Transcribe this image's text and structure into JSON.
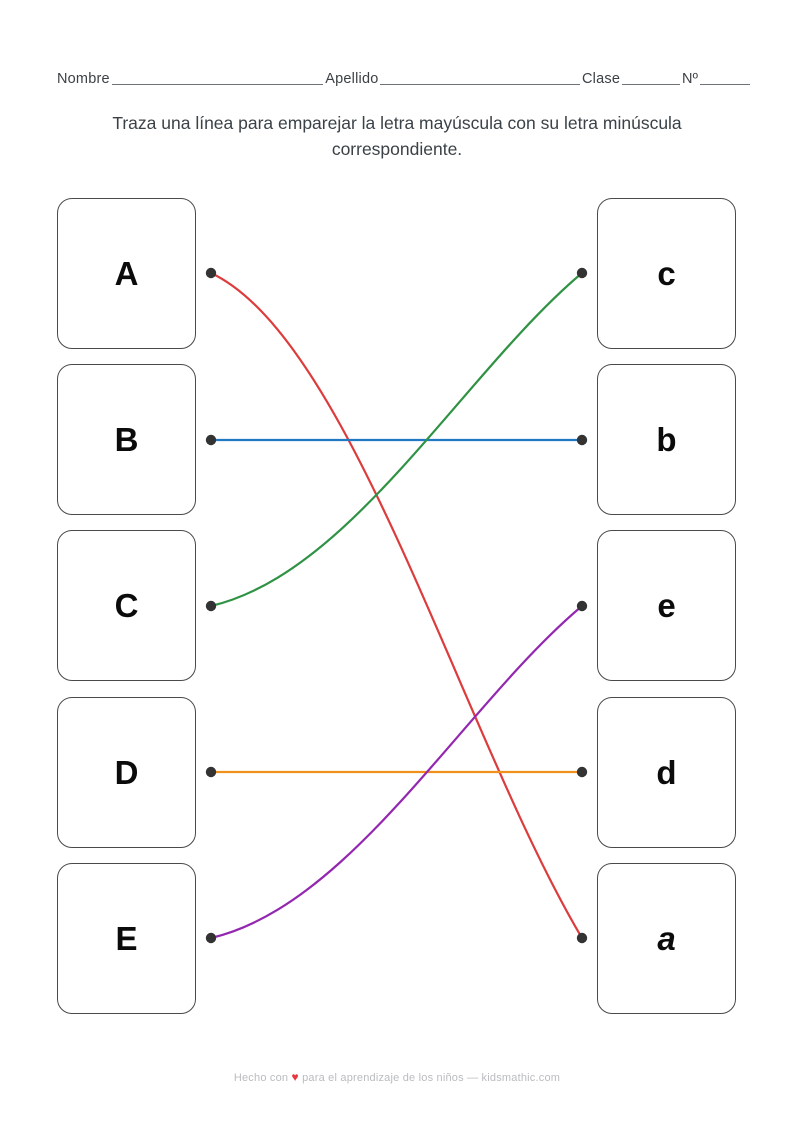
{
  "header": {
    "fields": [
      {
        "label": "Nombre",
        "value": ""
      },
      {
        "label": "Apellido",
        "value": ""
      },
      {
        "label": "Clase",
        "value": ""
      },
      {
        "label": "Nº",
        "value": ""
      }
    ]
  },
  "instruction": "Traza una línea para emparejar la letra mayúscula con su letra minúscula correspondiente.",
  "exercise": {
    "left_column": [
      {
        "letter": "A",
        "row": 0
      },
      {
        "letter": "B",
        "row": 1
      },
      {
        "letter": "C",
        "row": 2
      },
      {
        "letter": "D",
        "row": 3
      },
      {
        "letter": "E",
        "row": 4
      }
    ],
    "right_column": [
      {
        "letter": "c",
        "row": 0
      },
      {
        "letter": "b",
        "row": 1
      },
      {
        "letter": "e",
        "row": 2
      },
      {
        "letter": "d",
        "row": 3
      },
      {
        "letter": "a",
        "row": 4
      }
    ],
    "connections": [
      {
        "from": "A",
        "to": "a",
        "from_row": 0,
        "to_row": 4,
        "color": "#dc3c3c",
        "shape": "curve"
      },
      {
        "from": "B",
        "to": "b",
        "from_row": 1,
        "to_row": 1,
        "color": "#2079c2",
        "shape": "straight"
      },
      {
        "from": "C",
        "to": "c",
        "from_row": 2,
        "to_row": 0,
        "color": "#2f9244",
        "shape": "curve"
      },
      {
        "from": "D",
        "to": "d",
        "from_row": 3,
        "to_row": 3,
        "color": "#f0911e",
        "shape": "straight"
      },
      {
        "from": "E",
        "to": "e",
        "from_row": 4,
        "to_row": 2,
        "color": "#9327b0",
        "shape": "curve"
      }
    ],
    "dot_color": "#333333"
  },
  "footer": {
    "text_before": "Hecho con",
    "heart": "♥",
    "text_after": "para el aprendizaje de los niños — kidsmathic.com"
  }
}
